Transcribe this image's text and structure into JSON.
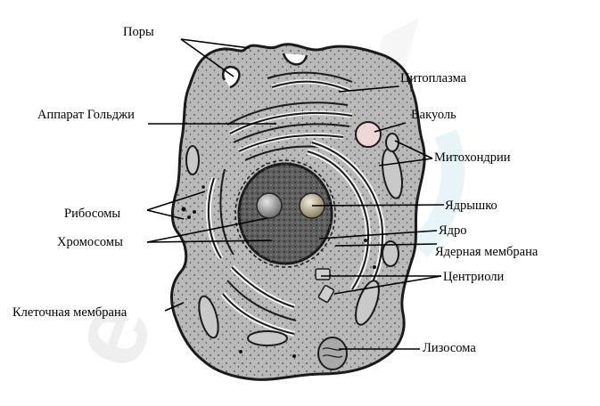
{
  "labels": {
    "pores": "Поры",
    "cytoplasm": "Цитоплазма",
    "golgi": "Аппарат Гольджи",
    "vacuole": "Вакуоль",
    "mitochondria": "Митохондрии",
    "ribosomes": "Рибосомы",
    "nucleolus": "Ядрышко",
    "nucleus": "Ядро",
    "chromosomes": "Хромосомы",
    "nuclear_membrane": "Ядерная мембрана",
    "centrioles": "Центриоли",
    "cell_membrane": "Клеточная мембрана",
    "lysosome": "Лизосома"
  },
  "colors": {
    "cytoplasm": "#b9b9b9",
    "nucleus": "#5e5e5e",
    "outline": "#1a1a1a",
    "watermark_accent": "#e2455a"
  }
}
